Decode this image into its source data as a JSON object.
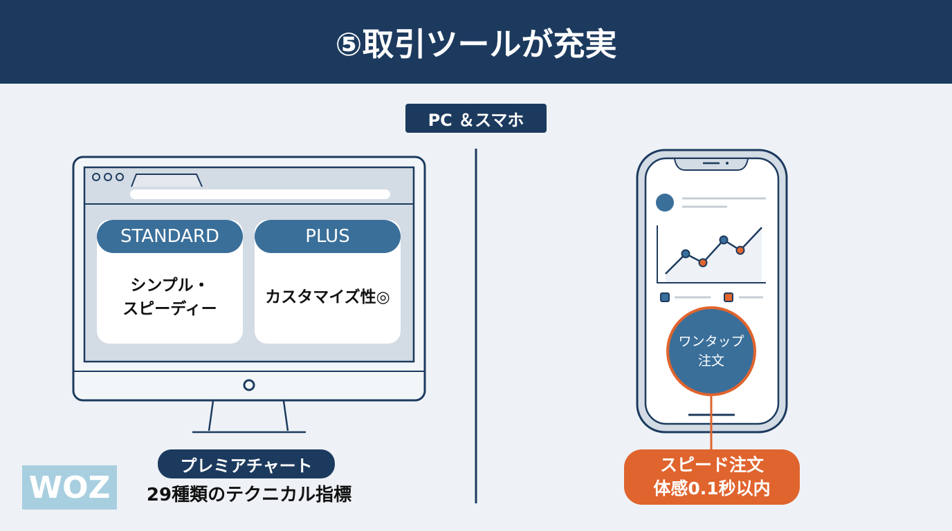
{
  "title": "⑤取引ツールが充実",
  "section_label": "PC ＆スマホ",
  "pc": {
    "cards": [
      {
        "label": "STANDARD",
        "lines": [
          "シンプル・",
          "スピーディー"
        ]
      },
      {
        "label": "PLUS",
        "lines": [
          "カスタマイズ性◎"
        ]
      }
    ],
    "chart_badge": "プレミアチャート",
    "chart_desc": "29種類のテクニカル指標"
  },
  "phone": {
    "button_lines": [
      "ワンタップ",
      "注文"
    ],
    "callout_lines": [
      "スピード注文",
      "体感0.1秒以内"
    ]
  },
  "logo": "WOZ",
  "colors": {
    "navy": "#1c3a5e",
    "blue": "#3a6f9a",
    "orange": "#e0642e",
    "bg": "#eef2f6"
  }
}
